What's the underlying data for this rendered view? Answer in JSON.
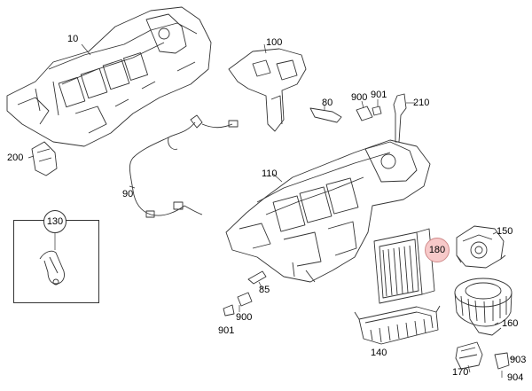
{
  "parts": [
    {
      "id": "10",
      "label": "10"
    },
    {
      "id": "100",
      "label": "100"
    },
    {
      "id": "80",
      "label": "80"
    },
    {
      "id": "900a",
      "label": "900"
    },
    {
      "id": "901a",
      "label": "901"
    },
    {
      "id": "210",
      "label": "210"
    },
    {
      "id": "200",
      "label": "200"
    },
    {
      "id": "90",
      "label": "90"
    },
    {
      "id": "110",
      "label": "110"
    },
    {
      "id": "130",
      "label": "130"
    },
    {
      "id": "180",
      "label": "180",
      "highlighted": true
    },
    {
      "id": "150",
      "label": "150"
    },
    {
      "id": "85",
      "label": "85"
    },
    {
      "id": "900b",
      "label": "900"
    },
    {
      "id": "901b",
      "label": "901"
    },
    {
      "id": "160",
      "label": "160"
    },
    {
      "id": "140",
      "label": "140"
    },
    {
      "id": "170",
      "label": "170"
    },
    {
      "id": "903",
      "label": "903"
    },
    {
      "id": "904",
      "label": "904"
    }
  ],
  "colors": {
    "highlight_fill": "#f7c9c9",
    "highlight_stroke": "#d08b8b",
    "line": "#333333"
  }
}
